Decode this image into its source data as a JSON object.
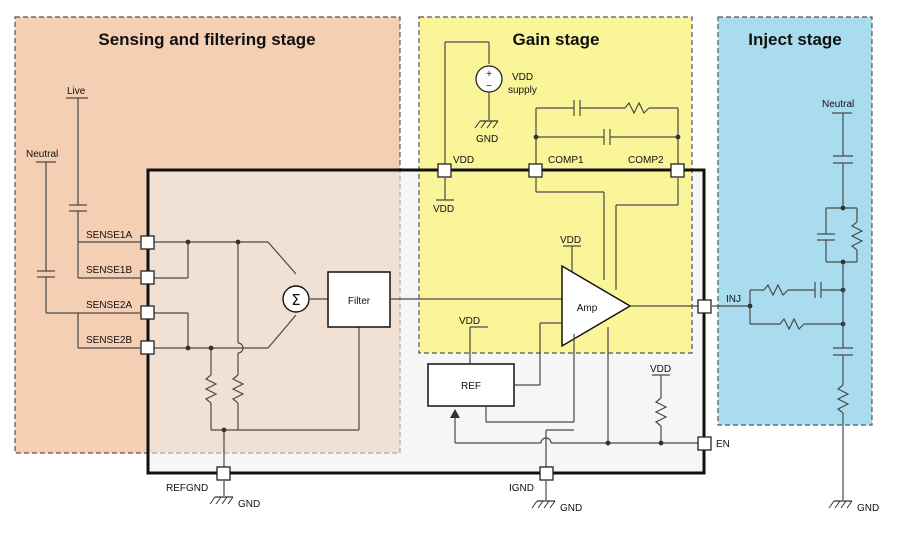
{
  "stages": {
    "sensing": "Sensing and filtering stage",
    "gain": "Gain stage",
    "inject": "Inject stage"
  },
  "blocks": {
    "filter": "Filter",
    "amp": "Amp",
    "ref": "REF",
    "sigma": "Σ"
  },
  "pins": {
    "sense1a": "SENSE1A",
    "sense1b": "SENSE1B",
    "sense2a": "SENSE2A",
    "sense2b": "SENSE2B",
    "vdd": "VDD",
    "comp1": "COMP1",
    "comp2": "COMP2",
    "inj": "INJ",
    "en": "EN",
    "refgnd": "REFGND",
    "ignd": "IGND"
  },
  "labels": {
    "live": "Live",
    "neutral": "Neutral",
    "vdd": "VDD",
    "gnd": "GND",
    "vdd_supply_1": "VDD",
    "vdd_supply_2": "supply",
    "plus": "+",
    "minus": "−"
  },
  "colors": {
    "sensing_fill": "#f4cfb3",
    "gain_fill": "#fbf59a",
    "inject_fill": "#aadcf0",
    "chip_fill": "#efefef"
  }
}
